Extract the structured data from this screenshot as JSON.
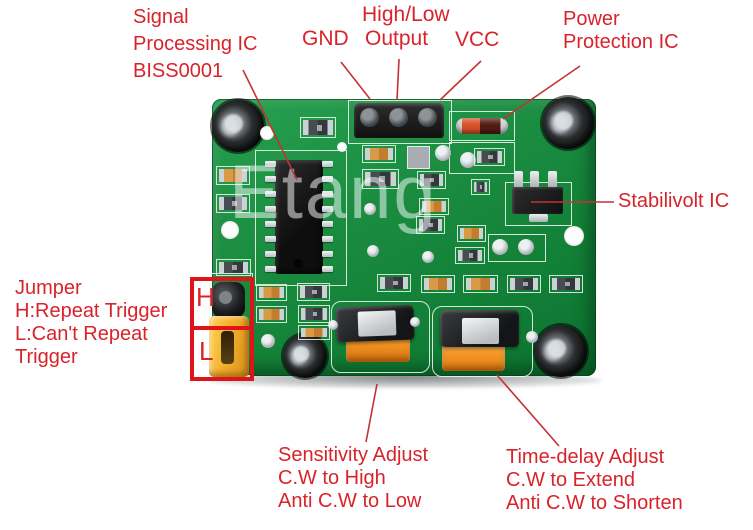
{
  "annotations": {
    "signal_ic": {
      "line1": "Signal",
      "line2": "Processing IC",
      "line3": "BISS0001"
    },
    "gnd": {
      "label": "GND"
    },
    "high_low": {
      "line1": "High/Low",
      "line2": "Output"
    },
    "vcc": {
      "label": "VCC"
    },
    "power_ic": {
      "line1": "Power",
      "line2": "Protection IC"
    },
    "stabilivolt": {
      "label": "Stabilivolt IC"
    },
    "jumper": {
      "line1": "Jumper",
      "line2": "H:Repeat Trigger",
      "line3": "L:Can't Repeat",
      "line4": "Trigger"
    },
    "jumper_h": {
      "label": "H"
    },
    "jumper_l": {
      "label": "L"
    },
    "sensitivity": {
      "line1": "Sensitivity Adjust",
      "line2": "C.W to High",
      "line3": "Anti C.W to Low"
    },
    "time_delay": {
      "line1": "Time-delay Adjust",
      "line2": "C.W to Extend",
      "line3": "Anti C.W to Shorten"
    }
  },
  "board": {
    "watermark": "Etang"
  },
  "colors": {
    "annotation_red": "#d9232b",
    "leader_line_red": "#c43236",
    "highlight_box_red": "#e0131b",
    "pcb_green": "#1e9246",
    "jumper_cap_yellow": "#f3b02c",
    "potentiometer_orange": "#ef8f1f",
    "silkscreen_white": "#eef7ef"
  }
}
